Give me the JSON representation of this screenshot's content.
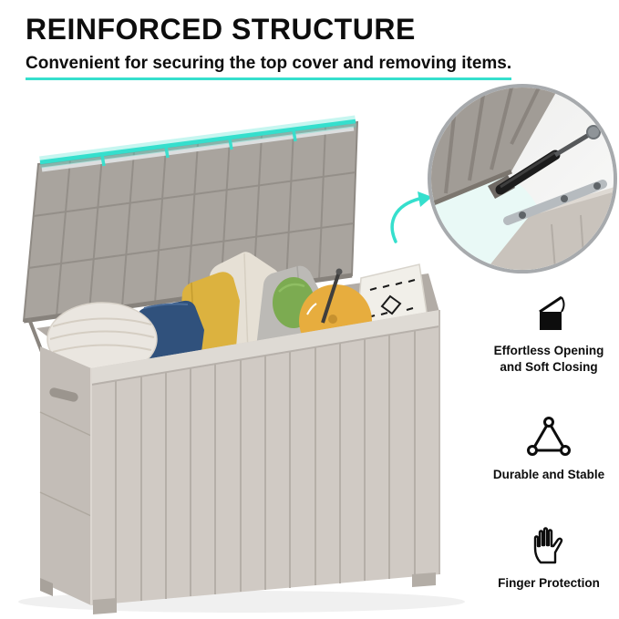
{
  "header": {
    "title": "REINFORCED STRUCTURE",
    "subtitle": "Convenient for securing the top cover and removing items."
  },
  "features": [
    {
      "icon": "soft-close-lid-icon",
      "label": "Effortless Opening and Soft Closing"
    },
    {
      "icon": "stability-triangle-icon",
      "label": "Durable and Stable"
    },
    {
      "icon": "finger-protection-hand-icon",
      "label": "Finger Protection"
    }
  ],
  "colors": {
    "accent_teal": "#35dfcd",
    "box_body": "#d0cac4",
    "lid_gray": "#a9a49e",
    "circle_border": "#a7aaad",
    "text": "#0d0d0d"
  }
}
